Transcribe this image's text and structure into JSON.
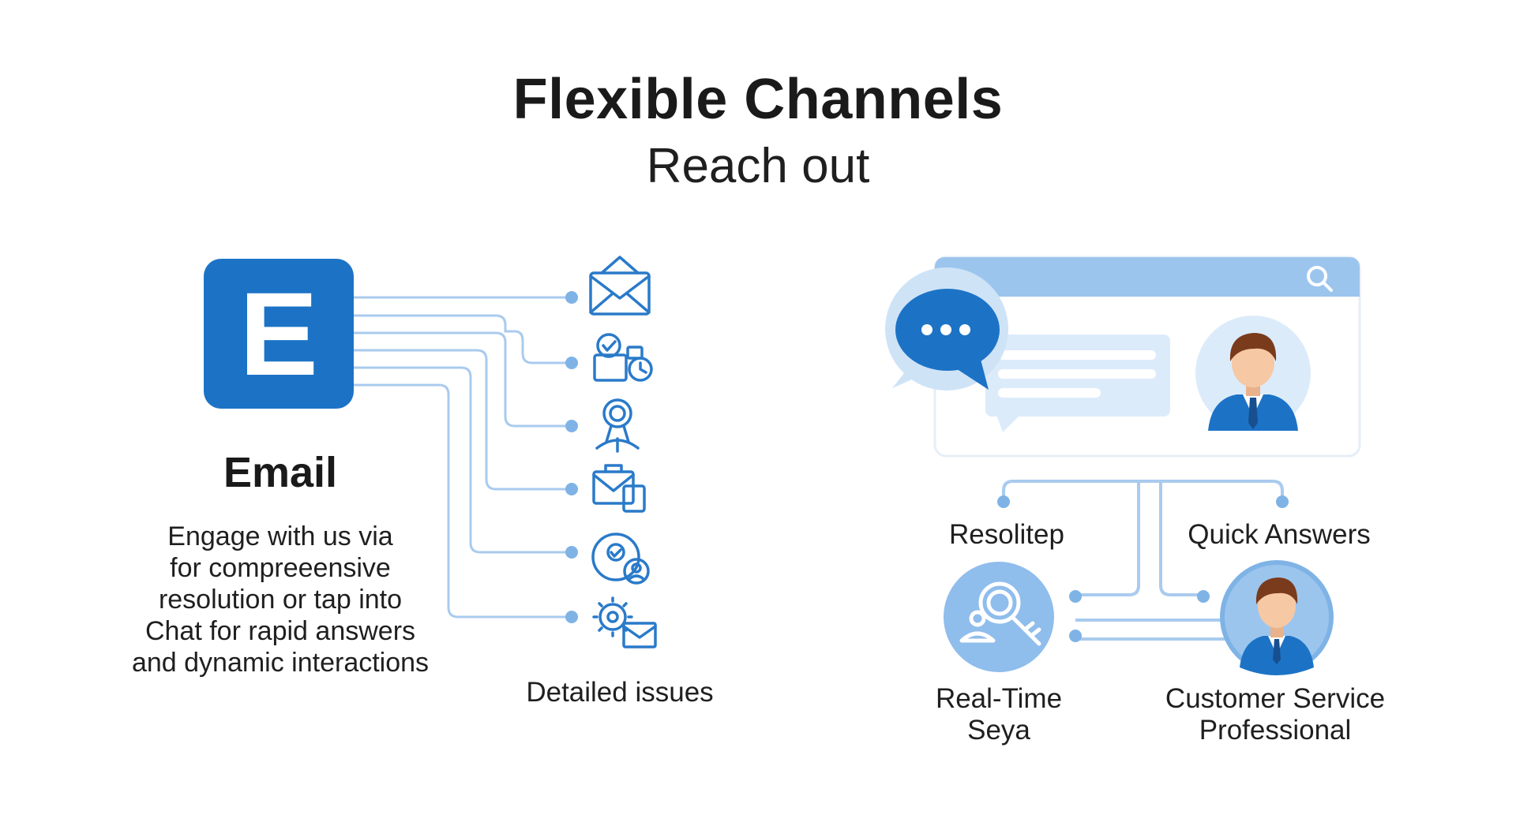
{
  "header": {
    "title": "Flexible Channels",
    "subtitle": "Reach out"
  },
  "email": {
    "tile_letter": "E",
    "label": "Email",
    "description_lines": [
      "Engage with us via",
      "for compreeensive",
      "resolution or tap into",
      "Chat for rapid answers",
      "and dynamic interactions"
    ],
    "icons": [
      "envelope-icon",
      "badge-document-clock-icon",
      "award-ribbon-icon",
      "mail-briefcase-icon",
      "support-agent-icon",
      "gear-mail-icon"
    ],
    "issues_label": "Detailed issues"
  },
  "chat": {
    "icons": [
      "chat-bubble-icon",
      "search-icon",
      "agent-avatar-icon"
    ],
    "nodes": {
      "resolution_label": "Resolitep",
      "quick_answers_label": "Quick Answers",
      "realtime_label_line1": "Real-Time",
      "realtime_label_line2": "Seya",
      "professional_label_line1": "Customer Service",
      "professional_label_line2": "Professional"
    }
  },
  "colors": {
    "brand_blue": "#1c73c6",
    "light_blue": "#9cc5ee",
    "pale_blue": "#dcebfa",
    "line_blue": "#a9cbee",
    "icon_blue": "#2a7ac9",
    "skin": "#f6c8a4",
    "hair": "#7a3b1c"
  }
}
